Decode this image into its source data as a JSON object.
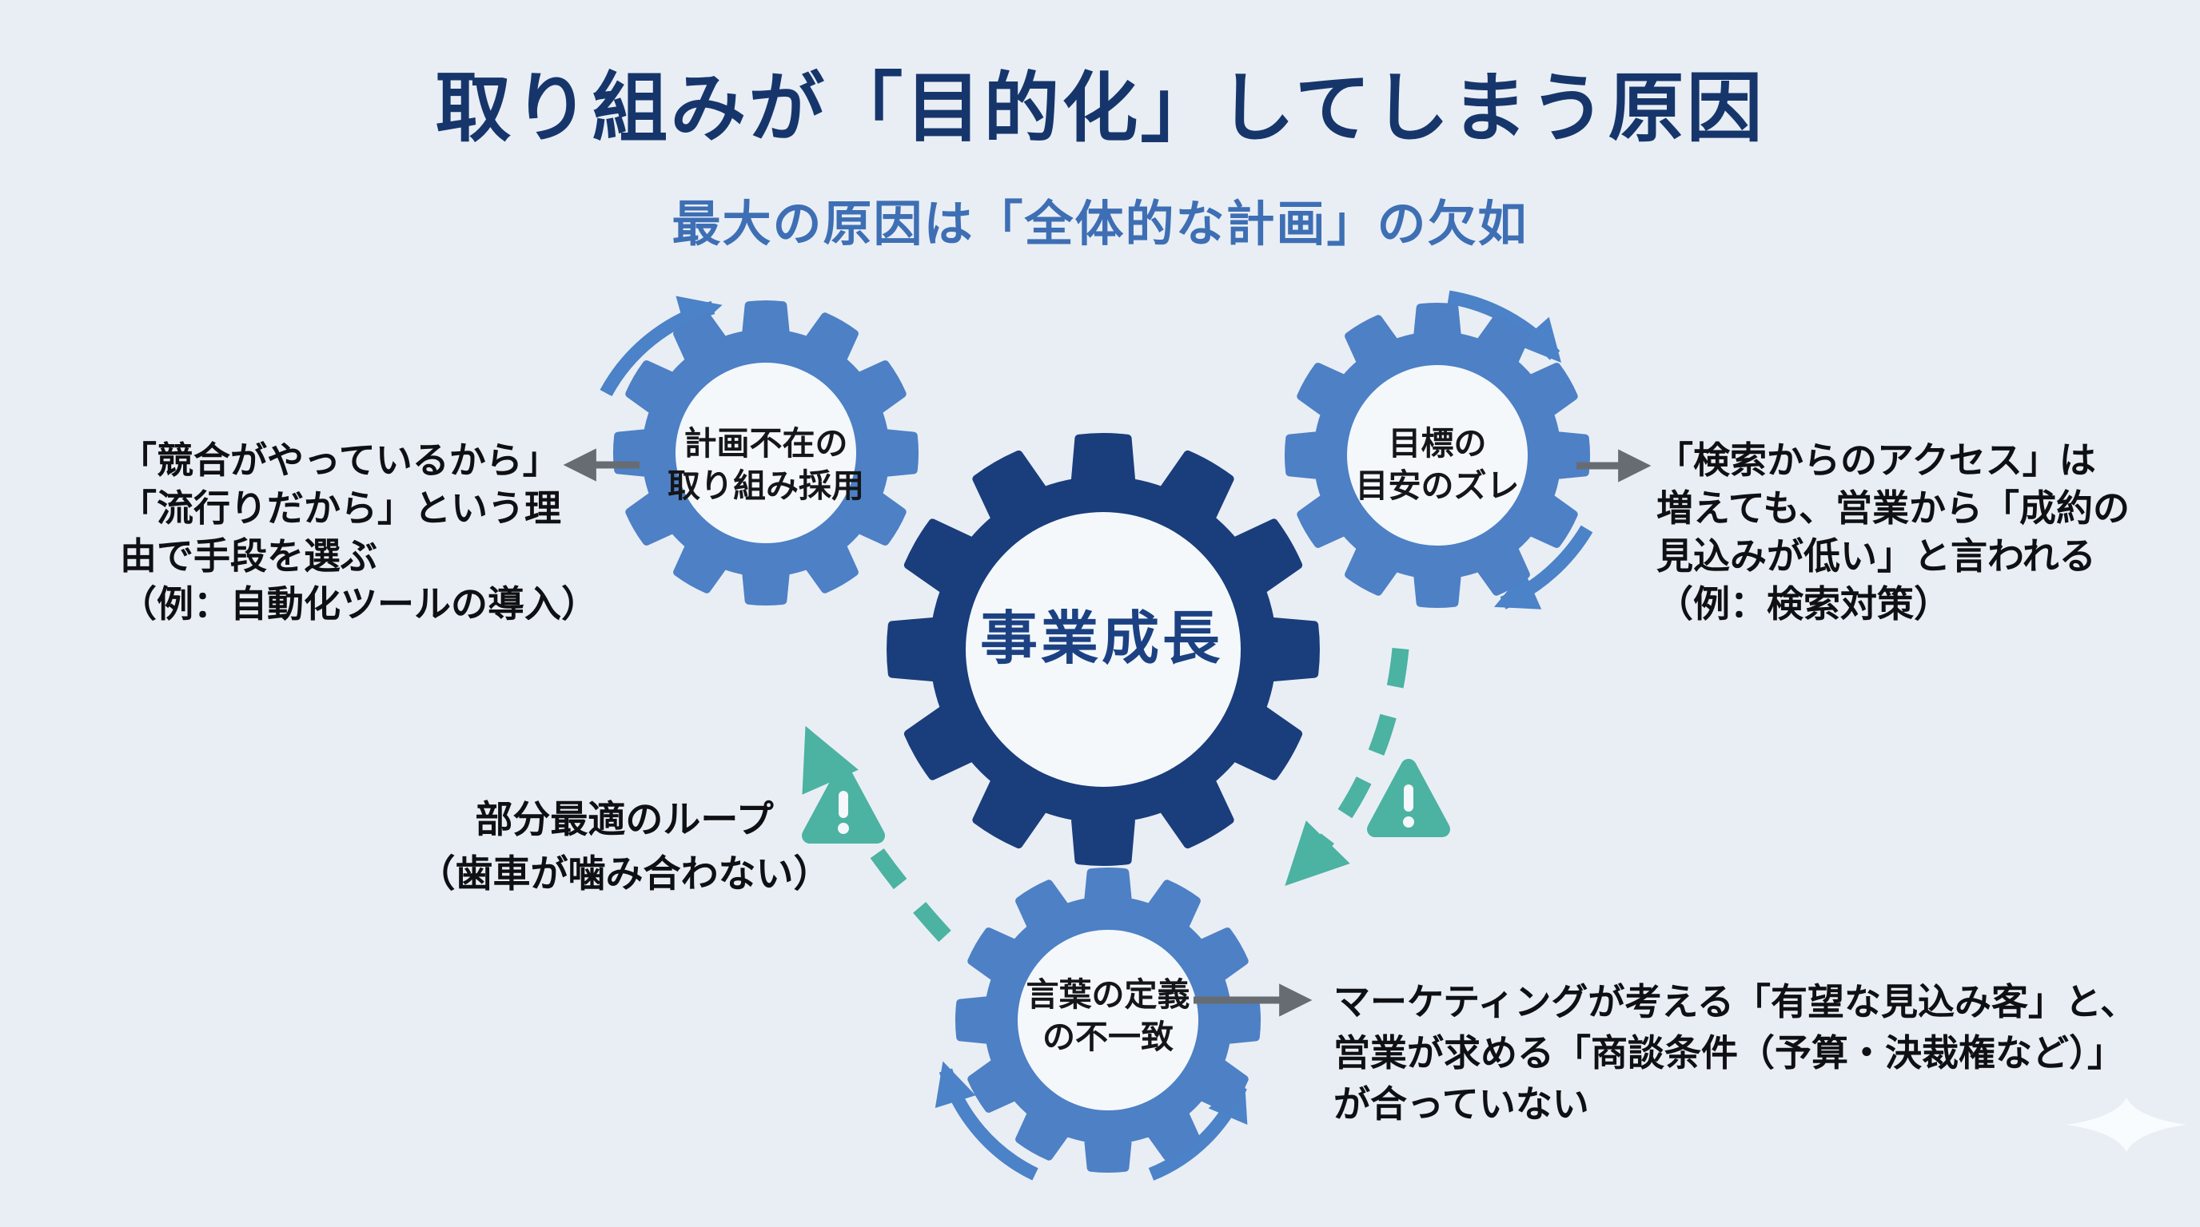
{
  "title": "取り組みが「目的化」してしまう原因",
  "subtitle": "最大の原因は「全体的な計画」の欠如",
  "colors": {
    "background": "#e9eef5",
    "title": "#16366b",
    "subtitle": "#3e6fb4",
    "gear_navy": "#1a3d7c",
    "gear_blue": "#4d80c5",
    "arrow_blue": "#4b82c8",
    "arrow_gray": "#676c72",
    "teal": "#4cb2a2",
    "hole": "#f4f8fb",
    "note_text": "#0e1013",
    "center_label": "#1c4183"
  },
  "gears": {
    "center": {
      "label": "事業成長"
    },
    "left": {
      "label": "計画不在の\n取り組み採用"
    },
    "right": {
      "label": "目標の\n目安のズレ"
    },
    "bottom": {
      "label": "言葉の定義\nの不一致"
    }
  },
  "notes": {
    "left": "「競合がやっているから」\n「流行りだから」という理\n由で手段を選ぶ\n（例：自動化ツールの導入）",
    "right": "「検索からのアクセス」は\n増えても、営業から「成約の\n見込みが低い」と言われる\n（例：検索対策）",
    "loop": "部分最適のループ\n（歯車が噛み合わない）",
    "bottom": "マーケティングが考える「有望な見込み客」と、\n営業が求める「商談条件（予算・決裁権など）」\nが合っていない"
  },
  "icons": {
    "warning_icon": "!"
  }
}
